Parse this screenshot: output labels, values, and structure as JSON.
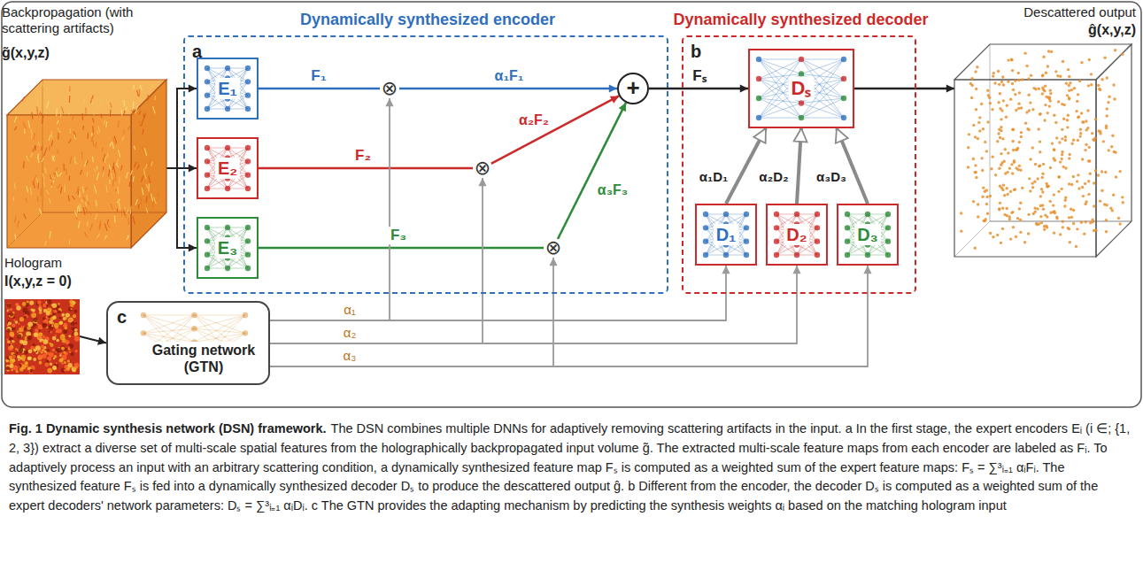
{
  "diagram": {
    "title": "Fig. 1 Dynamic synthesis network (DSN) framework.",
    "caption": "The DSN combines multiple DNNs for adaptively removing scattering artifacts in the input. a In the first stage, the expert encoders Eᵢ (i ∈; {1, 2, 3}) extract a diverse set of multi-scale spatial features from the holographically backpropagated input volume g̃. The extracted multi-scale feature maps from each encoder are labeled as Fᵢ. To adaptively process an input with an arbitrary scattering condition, a dynamically synthesized feature map Fₛ is computed as a weighted sum of the expert feature maps: Fₛ = ∑³ᵢ₌₁ αᵢFᵢ. The synthesized feature Fₛ is fed into a dynamically synthesized decoder Dₛ to produce the descattered output ĝ. b Different from the encoder, the decoder Dₛ is computed as a weighted sum of the expert decoders' network parameters: Dₛ = ∑³ᵢ₌₁ αᵢDᵢ. c The GTN provides the adapting mechanism by predicting the synthesis weights αᵢ based on the matching hologram input",
    "nodes": [
      {
        "text": [
          "Backpropagation (with scattering artifacts)",
          "g̃(x,y,z)"
        ]
      },
      {
        "text": [
          "Dynamically synthesized encoder",
          "a"
        ]
      },
      {
        "text": [
          "E₁"
        ],
        "in": 1
      },
      {
        "text": [
          "E₂"
        ],
        "in": 1
      },
      {
        "text": [
          "E₃"
        ],
        "in": 1
      },
      {
        "text": [
          "⊗"
        ],
        "in": 1
      },
      {
        "text": [
          "⊗"
        ],
        "in": 1
      },
      {
        "text": [
          "⊗"
        ],
        "in": 1
      },
      {
        "text": [
          "+"
        ],
        "in": 1
      },
      {
        "text": [
          "Dynamically synthesized decoder",
          "b"
        ]
      },
      {
        "text": [
          "Dₛ"
        ],
        "in": 9
      },
      {
        "text": [
          "D₁"
        ],
        "in": 9
      },
      {
        "text": [
          "D₂"
        ],
        "in": 9
      },
      {
        "text": [
          "D₃"
        ],
        "in": 9
      },
      {
        "text": [
          "Descattered output",
          "ĝ(x,y,z)"
        ]
      },
      {
        "text": [
          "Hologram",
          "I(x,y,z = 0)"
        ]
      },
      {
        "text": [
          "c",
          "Gating network (GTN)"
        ]
      }
    ],
    "edges": [
      {
        "from": 0,
        "to": 2,
        "arrow": "to"
      },
      {
        "from": 0,
        "to": 3,
        "arrow": "to"
      },
      {
        "from": 0,
        "to": 4,
        "arrow": "to"
      },
      {
        "from": 2,
        "to": 5,
        "arrow": "none",
        "label": "F₁"
      },
      {
        "from": 3,
        "to": 6,
        "arrow": "none",
        "label": "F₂"
      },
      {
        "from": 4,
        "to": 7,
        "arrow": "none",
        "label": "F₃"
      },
      {
        "from": 5,
        "to": 8,
        "arrow": "to",
        "label": "α₁F₁"
      },
      {
        "from": 6,
        "to": 8,
        "arrow": "to",
        "label": "α₂F₂"
      },
      {
        "from": 7,
        "to": 8,
        "arrow": "to",
        "label": "α₃F₃"
      },
      {
        "from": 8,
        "to": 10,
        "arrow": "to",
        "label": "Fₛ"
      },
      {
        "from": 10,
        "to": 14,
        "arrow": "to"
      },
      {
        "from": 15,
        "to": 16,
        "arrow": "to"
      },
      {
        "from": 16,
        "to": 5,
        "arrow": "to",
        "label": "α₁"
      },
      {
        "from": 16,
        "to": 6,
        "arrow": "to",
        "label": "α₂"
      },
      {
        "from": 16,
        "to": 7,
        "arrow": "to",
        "label": "α₃"
      },
      {
        "from": 16,
        "to": 11,
        "arrow": "to"
      },
      {
        "from": 16,
        "to": 12,
        "arrow": "to"
      },
      {
        "from": 16,
        "to": 13,
        "arrow": "to"
      },
      {
        "from": 11,
        "to": 10,
        "arrow": "to",
        "label": "α₁D₁"
      },
      {
        "from": 12,
        "to": 10,
        "arrow": "to",
        "label": "α₂D₂"
      },
      {
        "from": 13,
        "to": 10,
        "arrow": "to",
        "label": "α₃D₃"
      }
    ]
  }
}
